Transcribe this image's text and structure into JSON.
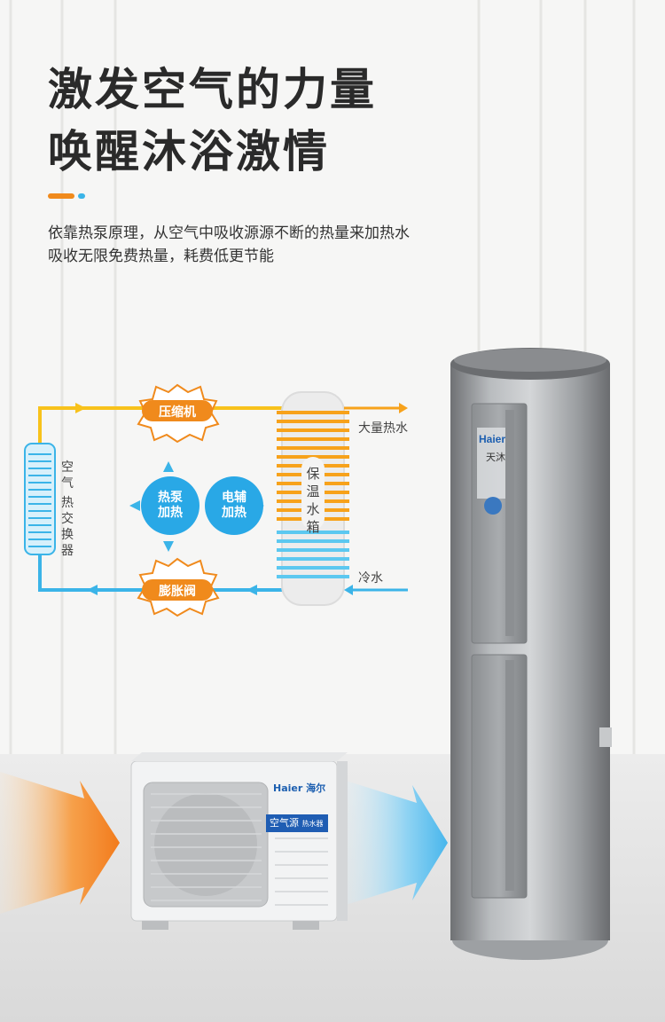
{
  "headline": {
    "line1": "激发空气的力量",
    "line2": "唤醒沐浴激情"
  },
  "description": {
    "line1": "依靠热泵原理，从空气中吸收源源不断的热量来加热水",
    "line2": "吸收无限免费热量，耗费低更节能"
  },
  "diagram": {
    "compressor": "压缩机",
    "expansion_valve": "膨胀阀",
    "heat_exchanger": [
      "空",
      "气",
      "热",
      "交",
      "换",
      "器"
    ],
    "heat_pump": {
      "line1": "热泵",
      "line2": "加热"
    },
    "electric": {
      "line1": "电辅",
      "line2": "加热"
    },
    "tank": [
      "保",
      "温",
      "水",
      "箱"
    ],
    "hot_water": "大量热水",
    "cold_water": "冷水"
  },
  "product": {
    "tank_brand": "Haier",
    "tank_series": "天沐",
    "outdoor_brand": "Haier",
    "outdoor_brand_cn": "海尔",
    "outdoor_label": "空气源",
    "outdoor_sublabel": "热水器"
  },
  "colors": {
    "accent_orange": "#f08a1c",
    "hot": "#f7a21b",
    "cold": "#3bb4e8",
    "text": "#2a2a2a"
  }
}
